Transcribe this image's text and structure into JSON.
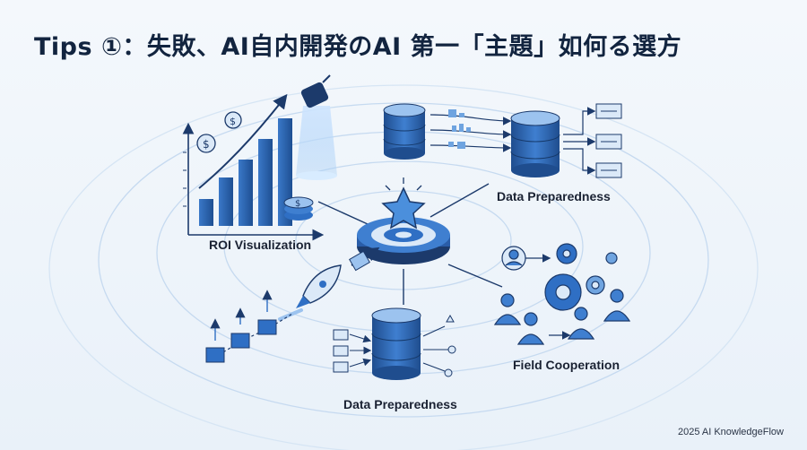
{
  "title": "Tips ①：失敗、AI自内開発のAI 第一「主題」如何る選方",
  "nodes": {
    "roi": "ROI Visualization",
    "data_top": "Data Preparedness",
    "field": "Field Cooperation",
    "data_bottom": "Data Preparedness"
  },
  "footer": "2025 AI KnowledgeFlow",
  "colors": {
    "primary": "#2f6fc4",
    "dark": "#1c3a6b",
    "light": "#9cc3ef",
    "ring": "#c6daf0"
  },
  "icons": [
    "spotlight-icon",
    "dollar-coin-icon",
    "bar-chart-icon",
    "database-icon",
    "gear-icon",
    "people-icon",
    "rocket-icon",
    "star-target-icon",
    "flowchart-icon"
  ]
}
